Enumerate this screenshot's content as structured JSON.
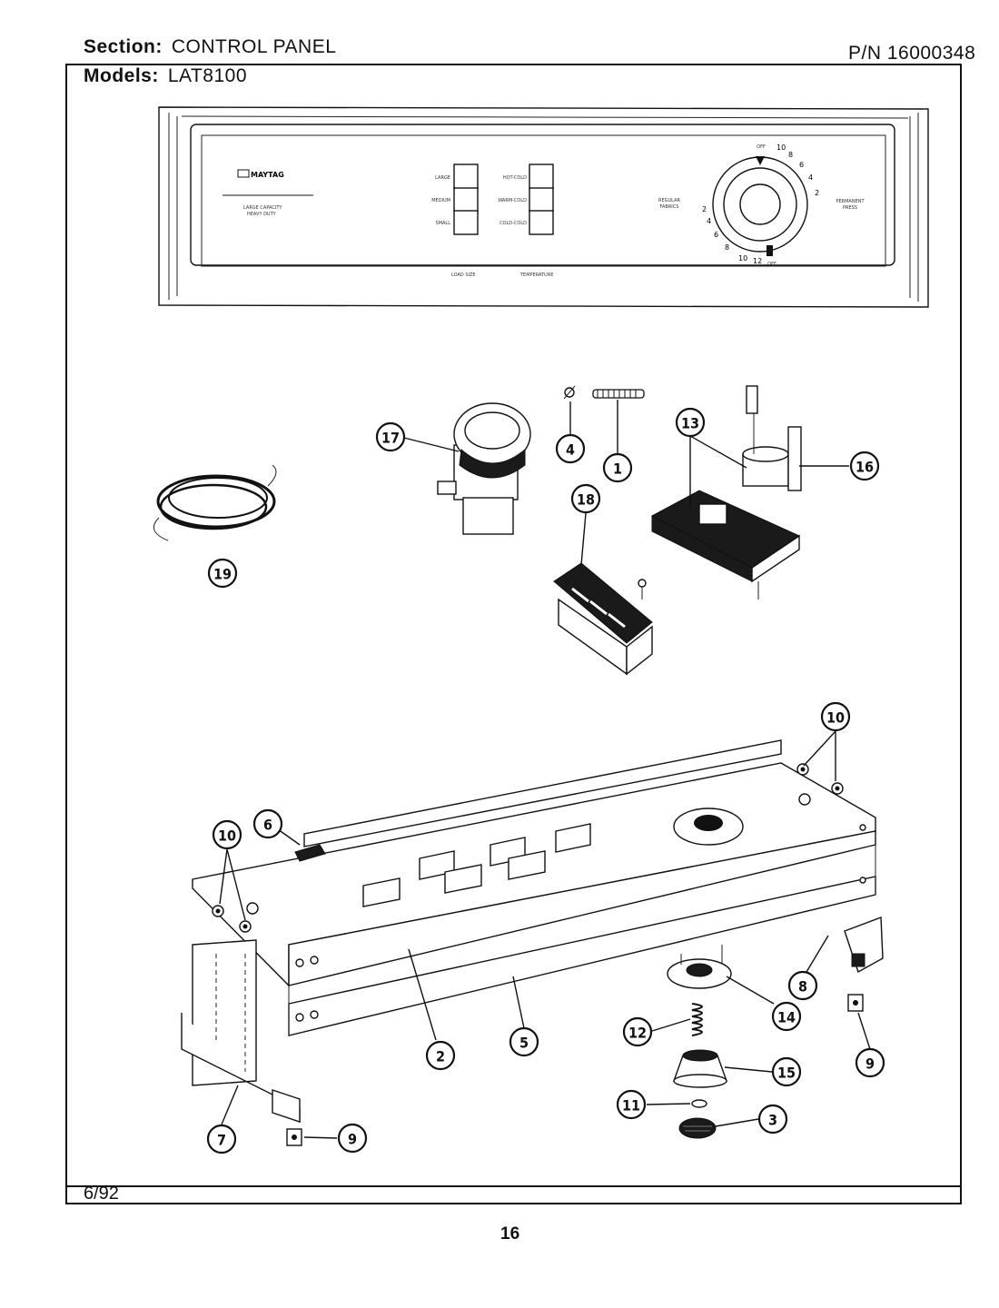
{
  "header": {
    "section_label": "Section:",
    "section_value": "CONTROL PANEL",
    "models_label": "Models:",
    "models_value": "LAT8100",
    "pn": "P/N 16000348"
  },
  "panel": {
    "brand": "MAYTAG",
    "tagline_1": "LARGE CAPACITY",
    "tagline_2": "HEAVY DUTY",
    "load_options": [
      "LARGE",
      "MEDIUM",
      "SMALL"
    ],
    "temp_options": [
      "HOT-COLD",
      "WARM-COLD",
      "COLD-COLD"
    ],
    "load_size_label": "LOAD SIZE",
    "temperature_label": "TEMPERATURE",
    "dial_left_label_1": "REGULAR",
    "dial_left_label_2": "FABRICS",
    "dial_right_label_1": "PERMANENT",
    "dial_right_label_2": "PRESS",
    "dial_numbers": [
      "10",
      "8",
      "6",
      "4",
      "2",
      "2",
      "4",
      "6",
      "8",
      "10",
      "12"
    ],
    "dial_off_top": "OFF",
    "dial_off_bottom": "OFF"
  },
  "callouts": {
    "c1": "1",
    "c2": "2",
    "c3": "3",
    "c4": "4",
    "c5": "5",
    "c6": "6",
    "c7": "7",
    "c8": "8",
    "c9a": "9",
    "c9b": "9",
    "c10a": "10",
    "c10b": "10",
    "c11": "11",
    "c12": "12",
    "c13": "13",
    "c14": "14",
    "c15": "15",
    "c16": "16",
    "c17": "17",
    "c18": "18",
    "c19": "19"
  },
  "footer": {
    "date": "6/92",
    "page_number": "16"
  }
}
